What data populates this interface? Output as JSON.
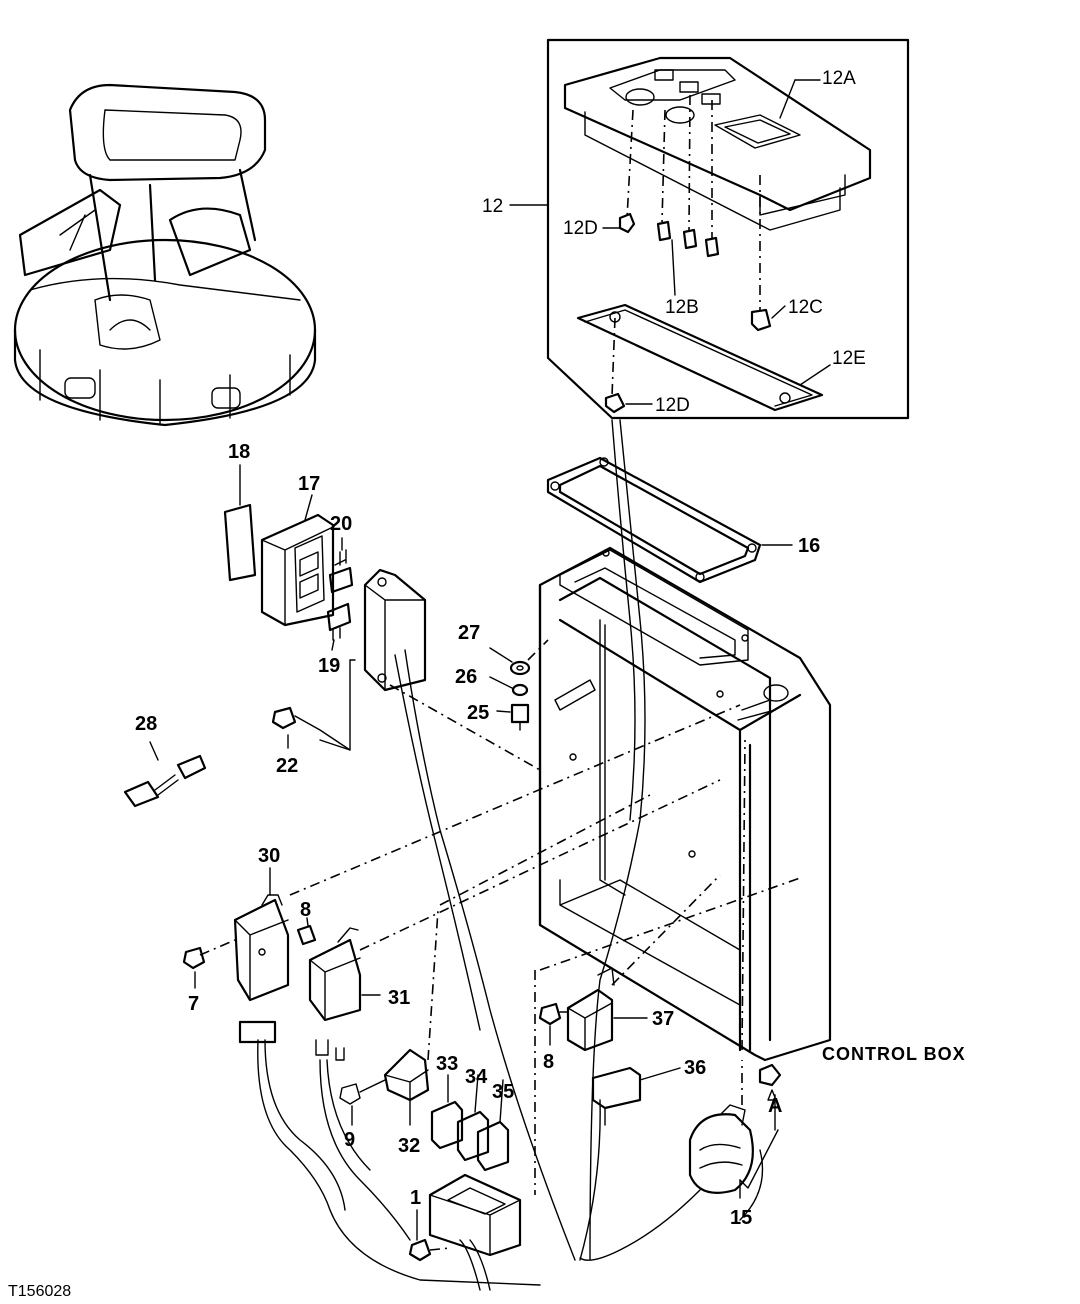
{
  "labels": {
    "l1": "1",
    "l7": "7",
    "l8a": "8",
    "l8b": "8",
    "l9": "9",
    "l12": "12",
    "l12A": "12A",
    "l12B": "12B",
    "l12C": "12C",
    "l12D1": "12D",
    "l12D2": "12D",
    "l12E": "12E",
    "l15": "15",
    "l16": "16",
    "l17": "17",
    "l18": "18",
    "l19": "19",
    "l20": "20",
    "l22": "22",
    "l25": "25",
    "l26": "26",
    "l27": "27",
    "l28": "28",
    "l30": "30",
    "l31": "31",
    "l32": "32",
    "l33": "33",
    "l34": "34",
    "l35": "35",
    "l36": "36",
    "l37": "37",
    "lA": "A"
  },
  "caption": "CONTROL BOX",
  "figure_ref": "T156028"
}
